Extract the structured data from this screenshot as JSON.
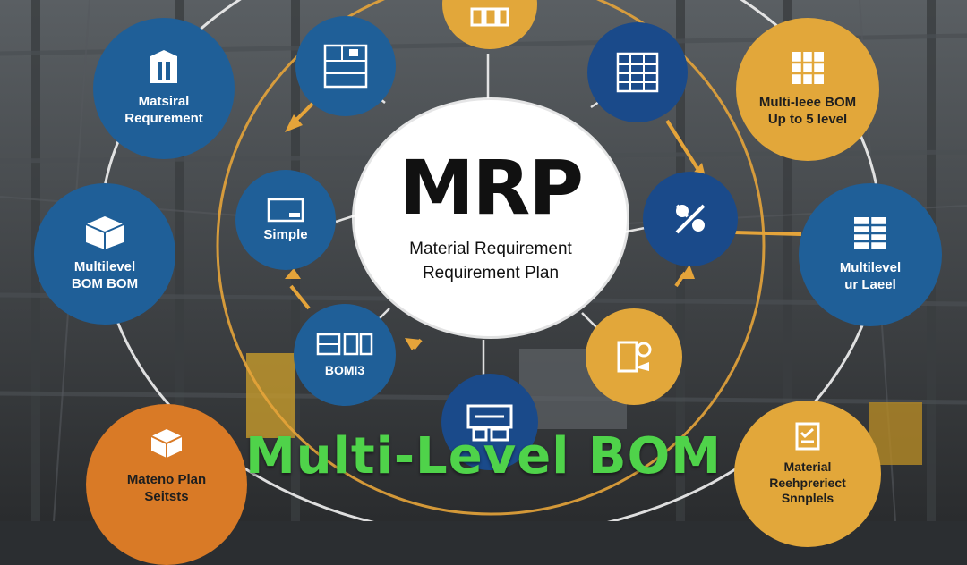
{
  "center": {
    "title": "MRP",
    "line1": "Material Requirement",
    "line2": "Requirement Plan"
  },
  "footer_title": "Multi-Level BOM",
  "nodes": {
    "material_requirement": {
      "line1": "Matsiral",
      "line2": "Requrement"
    },
    "multilevel_bom_bom": {
      "line1": "Multilevel",
      "line2": "BOM BOM"
    },
    "simple": {
      "line1": "Simple"
    },
    "bomb": {
      "line1": "BOMI3"
    },
    "multilevel_bom_5": {
      "line1": "Multi-leee BOM",
      "line2": "Up to 5 level"
    },
    "multilevel_level": {
      "line1": "Multilevel",
      "line2": "ur Laeel"
    },
    "materid_plan": {
      "line1": "Mateno Plan",
      "line2": "Seitsts"
    },
    "material_requirement_samples": {
      "line1": "Material",
      "line2": "Reehpreriect",
      "line3": "Snnplels"
    }
  },
  "colors": {
    "blue": "#1f5f98",
    "navy": "#1a4a8a",
    "gold": "#e2a73a",
    "orange": "#d97a26",
    "green_title": "#4fd34a"
  }
}
